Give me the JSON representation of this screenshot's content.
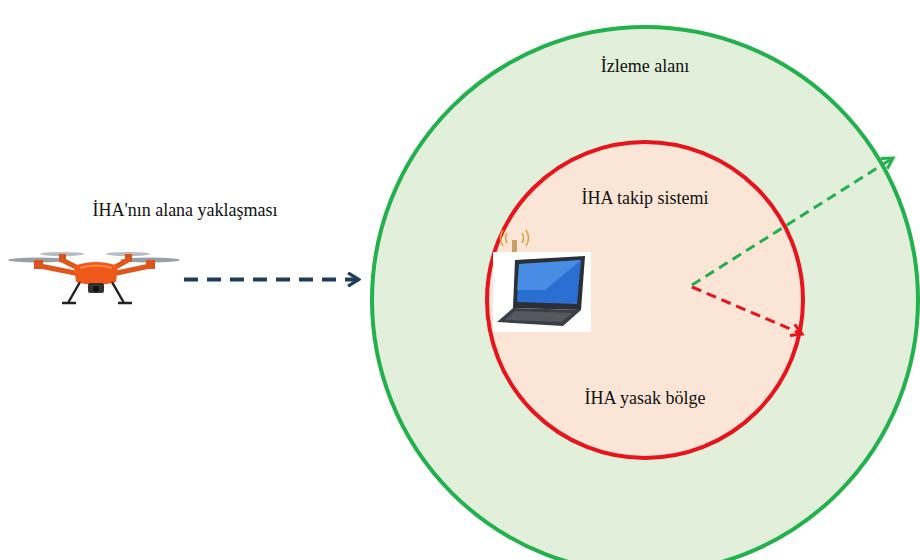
{
  "diagram": {
    "nodes": [
      {
        "text": [
          "İHA'nın alana yaklaşması"
        ]
      },
      {
        "text": [
          "İzleme alanı"
        ]
      },
      {
        "text": [
          "İHA takip sistemi",
          "İHA yasak bölge"
        ],
        "in": 1
      }
    ],
    "edges": [
      {
        "from": 0,
        "to": 1,
        "arrow": "to"
      }
    ]
  }
}
